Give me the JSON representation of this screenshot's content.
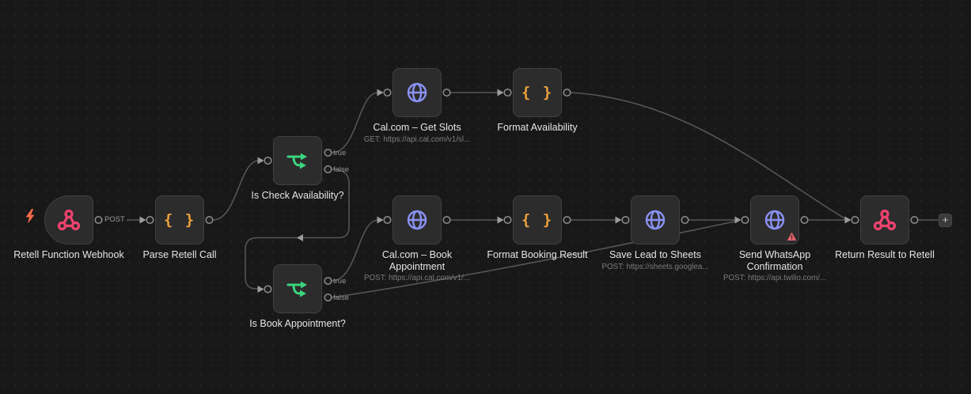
{
  "canvas": {
    "background_color": "#181818",
    "grid_dot_color": "#272727"
  },
  "colors": {
    "webhook_pink": "#f0436f",
    "code_orange": "#eda23c",
    "http_purple": "#8a91f2",
    "branch_green": "#3bd47f",
    "edge_gray": "#555555",
    "warning_red": "#e8636e",
    "trigger_bolt_orange": "#f4694b"
  },
  "glyphs": {
    "code": "{ }",
    "plus": "+"
  },
  "nodes": [
    {
      "id": "retell-function-webhook",
      "label": "Retell Function Webhook",
      "icon": "webhook",
      "type": "trigger",
      "output_label": "POST"
    },
    {
      "id": "parse-retell-call",
      "label": "Parse Retell Call",
      "icon": "code-braces"
    },
    {
      "id": "is-check-availability",
      "label": "Is Check Availability?",
      "icon": "branch",
      "outputs": [
        "true",
        "false"
      ]
    },
    {
      "id": "cal-com-get-slots",
      "label": "Cal.com – Get Slots",
      "sublabel": "GET: https://api.cal.com/v1/sl...",
      "icon": "globe"
    },
    {
      "id": "format-availability",
      "label": "Format Availability",
      "icon": "code-braces"
    },
    {
      "id": "cal-com-book-appointment",
      "label": "Cal.com – Book\nAppointment",
      "sublabel": "POST: https://api.cal.com/v1/...",
      "icon": "globe"
    },
    {
      "id": "format-booking-result",
      "label": "Format Booking Result",
      "icon": "code-braces"
    },
    {
      "id": "save-lead-to-sheets",
      "label": "Save Lead to Sheets",
      "sublabel": "POST: https://sheets.googlea...",
      "icon": "globe"
    },
    {
      "id": "send-whatsapp-confirmation",
      "label": "Send WhatsApp\nConfirmation",
      "sublabel": "POST: https://api.twilio.com/...",
      "icon": "globe",
      "warning": true
    },
    {
      "id": "return-result-to-retell",
      "label": "Return Result to Retell",
      "icon": "webhook"
    },
    {
      "id": "is-book-appointment",
      "label": "Is Book Appointment?",
      "icon": "branch",
      "outputs": [
        "true",
        "false"
      ]
    }
  ],
  "connections": [
    {
      "from": "retell-function-webhook",
      "to": "parse-retell-call",
      "label": "POST"
    },
    {
      "from": "parse-retell-call",
      "to": "is-check-availability"
    },
    {
      "from": "is-check-availability",
      "from_output": "true",
      "to": "cal-com-get-slots"
    },
    {
      "from": "is-check-availability",
      "from_output": "false",
      "to": "is-book-appointment"
    },
    {
      "from": "cal-com-get-slots",
      "to": "format-availability"
    },
    {
      "from": "format-availability",
      "to": "return-result-to-retell"
    },
    {
      "from": "is-book-appointment",
      "from_output": "true",
      "to": "cal-com-book-appointment"
    },
    {
      "from": "is-book-appointment",
      "from_output": "false",
      "to": "send-whatsapp-confirmation"
    },
    {
      "from": "cal-com-book-appointment",
      "to": "format-booking-result"
    },
    {
      "from": "format-booking-result",
      "to": "save-lead-to-sheets"
    },
    {
      "from": "save-lead-to-sheets",
      "to": "send-whatsapp-confirmation"
    },
    {
      "from": "send-whatsapp-confirmation",
      "to": "return-result-to-retell"
    },
    {
      "from": "return-result-to-retell",
      "to": "add-node-plus-button"
    }
  ]
}
